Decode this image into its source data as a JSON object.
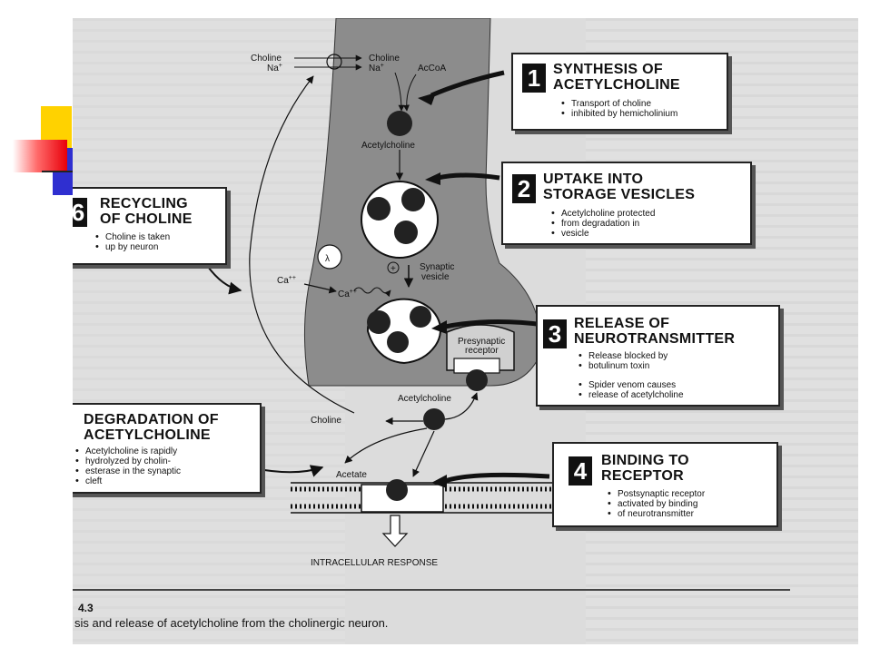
{
  "steps": {
    "s1": {
      "number": "1",
      "title_l1": "SYNTHESIS OF",
      "title_l2": "ACETYLCHOLINE",
      "bullet1_l1": "Transport of choline",
      "bullet1_l2": "inhibited by hemicholinium"
    },
    "s2": {
      "number": "2",
      "title_l1": "UPTAKE INTO",
      "title_l2": "STORAGE VESICLES",
      "bullet1_l1": "Acetylcholine protected",
      "bullet1_l2": "from degradation in",
      "bullet1_l3": "vesicle"
    },
    "s3": {
      "number": "3",
      "title_l1": "RELEASE OF",
      "title_l2": "NEUROTRANSMITTER",
      "bullet1_l1": "Release blocked by",
      "bullet1_l2": "botulinum toxin",
      "bullet2_l1": "Spider venom causes",
      "bullet2_l2": "release of acetylcholine"
    },
    "s4": {
      "number": "4",
      "title_l1": "BINDING TO",
      "title_l2": "RECEPTOR",
      "bullet1_l1": "Postsynaptic receptor",
      "bullet1_l2": "activated by binding",
      "bullet1_l3": "of neurotransmitter"
    },
    "s5": {
      "title_l1": "DEGRADATION OF",
      "title_l2": "ACETYLCHOLINE",
      "bullet1_l1": "Acetylcholine is rapidly",
      "bullet1_l2": "hydrolyzed by cholin-",
      "bullet1_l3": "esterase in the synaptic",
      "bullet1_l4": "cleft"
    },
    "s6": {
      "number": "6",
      "title_l1": "RECYCLING",
      "title_l2": "OF CHOLINE",
      "bullet1_l1": "Choline is taken",
      "bullet1_l2": "up by neuron"
    }
  },
  "labels": {
    "choline_in": "Choline",
    "na_in": "Na",
    "choline_out": "Choline",
    "na_out": "Na",
    "accoa": "AcCoA",
    "acetylcholine_top": "Acetylcholine",
    "ca_out": "Ca",
    "ca_in": "Ca",
    "synaptic_l1": "Synaptic",
    "synaptic_l2": "vesicle",
    "presyn_l1": "Presynaptic",
    "presyn_l2": "receptor",
    "acetylcholine_cleft": "Acetylcholine",
    "choline_cleft": "Choline",
    "acetate": "Acetate",
    "response": "INTRACELLULAR RESPONSE",
    "sup_plus": "+",
    "sup_plusplus": "++",
    "sup_ca_in": "++",
    "lambda": "λ",
    "plus_sign": "+"
  },
  "caption": {
    "fig_no": "4.3",
    "text": "sis and release of acetylcholine from the cholinergic neuron."
  },
  "colors": {
    "scan_bg": "#dcdcdc",
    "neuron": "#8c8c8c",
    "dark": "#111111",
    "deco_yellow": "#ffd200",
    "deco_red": "#e8000a",
    "deco_blue": "#2f2fd0"
  }
}
